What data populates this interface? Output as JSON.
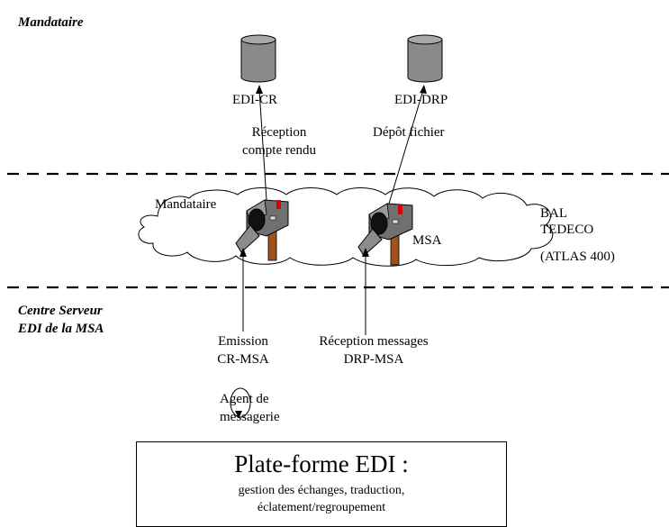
{
  "zones": {
    "mandataire": "Mandataire",
    "centre_line1": "Centre Serveur",
    "centre_line2": "EDI de la MSA"
  },
  "databases": {
    "edi_cr": "EDI-CR",
    "edi_drp": "EDI-DRP"
  },
  "flows": {
    "reception_cr_line1": "Réception",
    "reception_cr_line2": "compte rendu",
    "depot_fichier": "Dépôt fichier",
    "emission_line1": "Emission",
    "emission_line2": "CR-MSA",
    "reception_msg_line1": "Réception messages",
    "reception_msg_line2": "DRP-MSA"
  },
  "mailboxes": {
    "mandataire": "Mandataire",
    "msa": "MSA"
  },
  "network": {
    "line1": "BAL",
    "line2": "TEDECO",
    "line3": "(ATLAS 400)"
  },
  "agent": {
    "line1": "Agent de",
    "line2": "messagerie"
  },
  "platform": {
    "title": "Plate-forme EDI :",
    "line1": "gestion des échanges, traduction,",
    "line2": "éclatement/regroupement"
  }
}
